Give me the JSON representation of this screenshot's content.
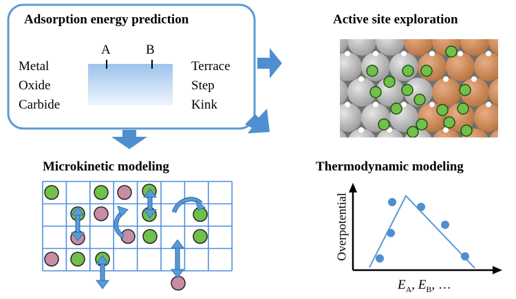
{
  "panels": {
    "adsorption": {
      "title": "Adsorption  energy prediction",
      "col_a": "A",
      "col_b": "B",
      "materials": [
        "Metal",
        "Oxide",
        "Carbide"
      ],
      "sites": [
        "Terrace",
        "Step",
        "Kink"
      ]
    },
    "active_site": {
      "title": "Active site exploration"
    },
    "microkinetic": {
      "title": "Microkinetic  modeling"
    },
    "thermodynamic": {
      "title": "Thermodynamic  modeling",
      "ylabel": "Overpotential",
      "xlabel": {
        "e": "E",
        "sub_a": "A",
        "sub_b": "B",
        "tail": ", …"
      }
    }
  },
  "colors": {
    "frame": "#5b9bd5",
    "arrow": "#4f8fcf",
    "green": "#70c04a",
    "pink": "#c78ca6",
    "grid": "#4f8fdc",
    "grey_atom": "#b9b9b9",
    "copper_atom": "#cd8a5e"
  }
}
